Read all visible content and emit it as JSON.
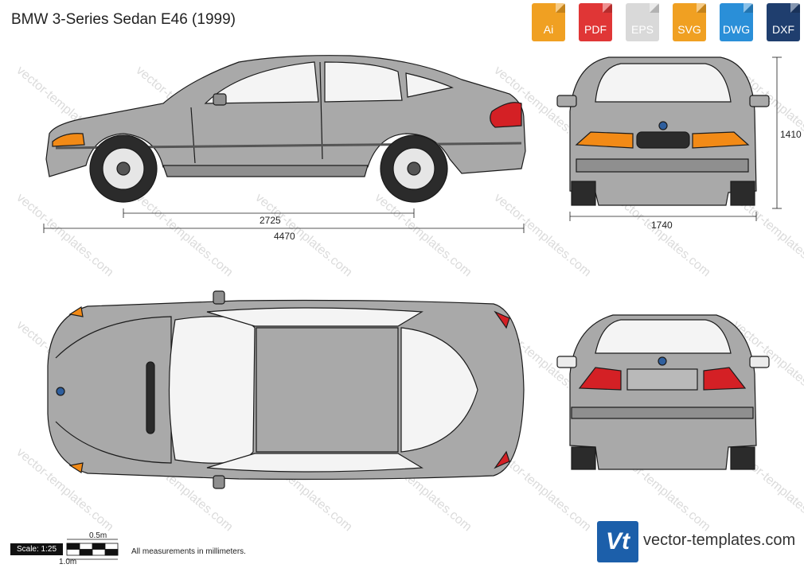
{
  "title": "BMW 3-Series Sedan E46 (1999)",
  "formats": [
    {
      "label": "Ai",
      "color": "#f0a022"
    },
    {
      "label": "PDF",
      "color": "#e03636"
    },
    {
      "label": "EPS",
      "color": "#d9d9d9"
    },
    {
      "label": "SVG",
      "color": "#f0a022"
    },
    {
      "label": "DWG",
      "color": "#2a8fd8"
    },
    {
      "label": "DXF",
      "color": "#1f3e6e"
    }
  ],
  "dimensions": {
    "wheelbase": "2725",
    "length": "4470",
    "width": "1740",
    "height": "1410"
  },
  "scale": {
    "label": "Scale: 1:25",
    "half_m": "0.5m",
    "one_m": "1.0m"
  },
  "note": "All measurements in millimeters.",
  "brand": {
    "logo_text": "Vt",
    "site": "vector-templates.com"
  },
  "watermark": "vector-templates.com",
  "colors": {
    "body": "#a9a9a9",
    "body_dark": "#8f8f8f",
    "glass": "#f4f4f4",
    "outline": "#1b1b1b",
    "tail_light": "#d42025",
    "indicator": "#f28a16"
  }
}
